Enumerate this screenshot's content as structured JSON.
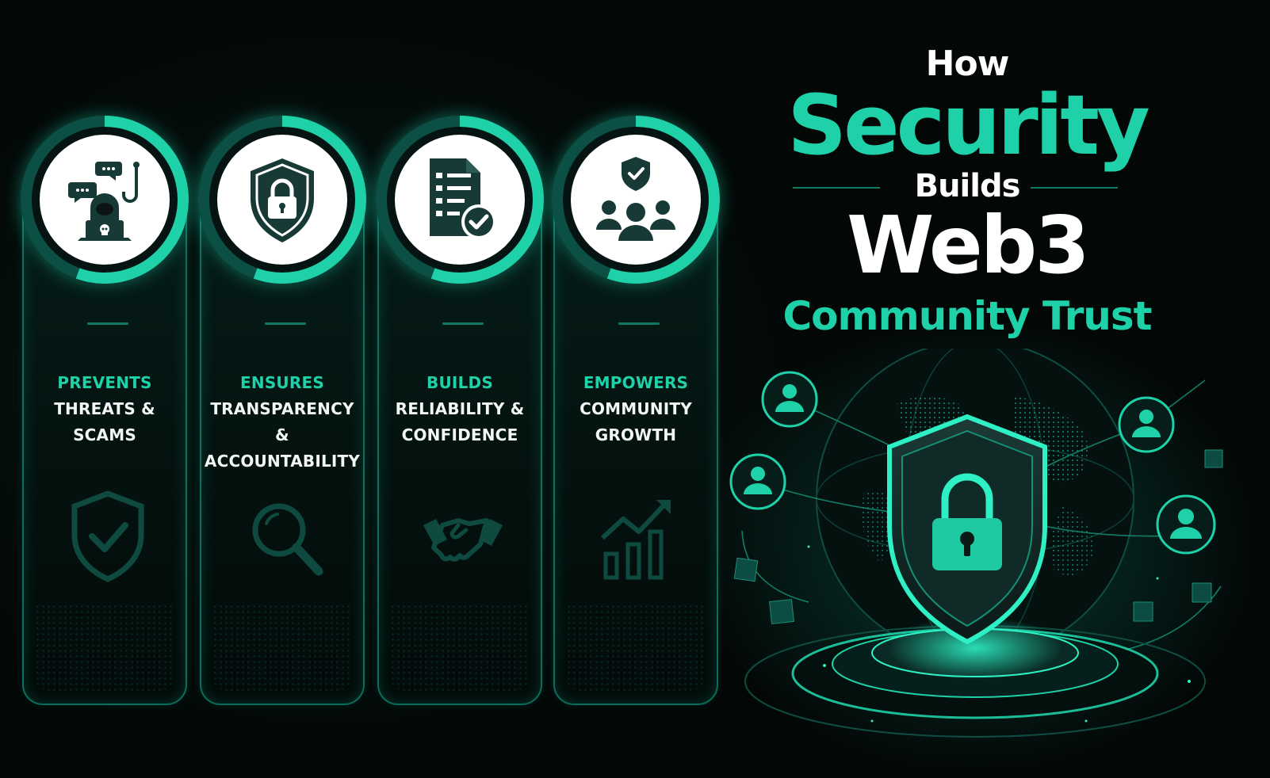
{
  "title": {
    "line1": "How",
    "line2": "Security",
    "line3": "Builds",
    "line4": "Web3",
    "line5": "Community Trust"
  },
  "cards": [
    {
      "line1": "PREVENTS",
      "line2": "THREATS &",
      "line3": "SCAMS",
      "top_icon": "hacker-icon",
      "bottom_icon": "shield-check-icon"
    },
    {
      "line1": "ENSURES",
      "line2": "TRANSPARENCY",
      "line3": "& ACCOUNTABILITY",
      "top_icon": "shield-lock-icon",
      "bottom_icon": "magnifier-icon"
    },
    {
      "line1": "BUILDS",
      "line2": "RELIABILITY &",
      "line3": "CONFIDENCE",
      "top_icon": "document-check-icon",
      "bottom_icon": "handshake-icon"
    },
    {
      "line1": "EMPOWERS",
      "line2": "COMMUNITY",
      "line3": "GROWTH",
      "top_icon": "community-icon",
      "bottom_icon": "growth-chart-icon"
    }
  ],
  "colors": {
    "accent": "#1fd1a8",
    "background": "#030706",
    "text": "#f2f6f5",
    "icon_dark": "#173a36"
  }
}
